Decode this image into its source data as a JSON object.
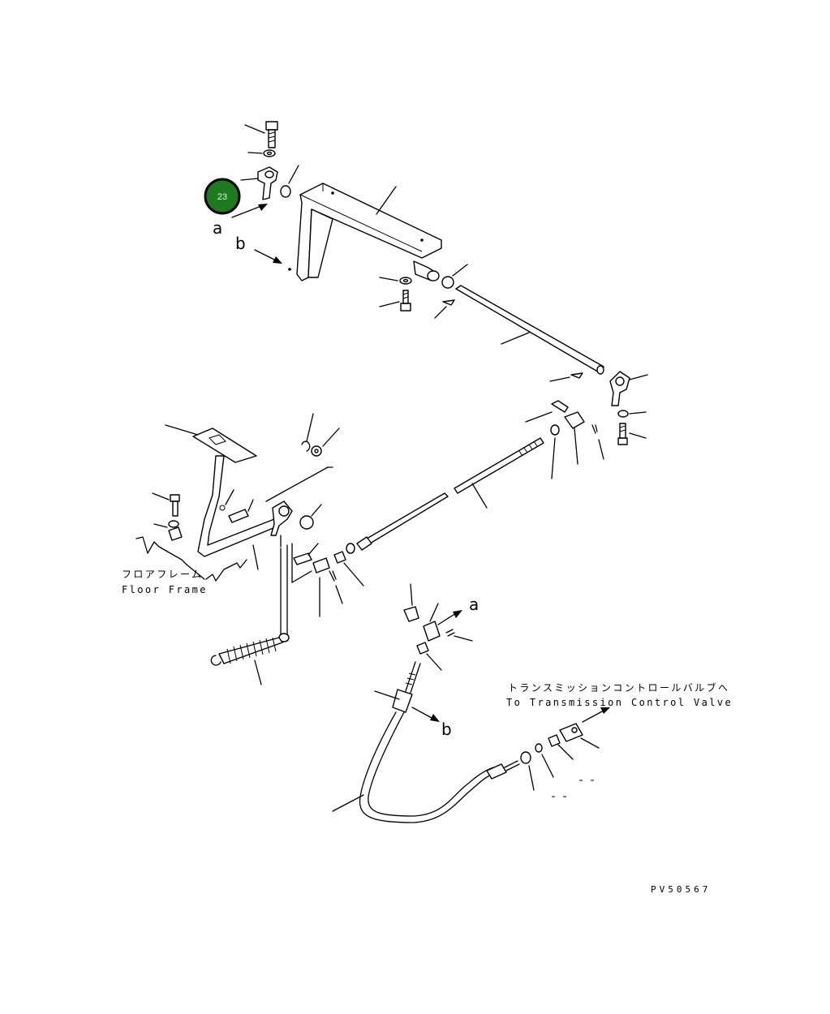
{
  "callout": {
    "number": "23",
    "color": "#1e7a1e",
    "ring": "#000000"
  },
  "labels": {
    "a_top": "a",
    "b_top": "b",
    "a_mid": "a",
    "b_mid": "b"
  },
  "floor_frame": {
    "jp": "フロアフレーム",
    "en": "Floor Frame"
  },
  "transmission": {
    "jp": "トランスミッションコントロールバルブへ",
    "en": "To Transmission Control Valve"
  },
  "drawing_code": "PV50567"
}
